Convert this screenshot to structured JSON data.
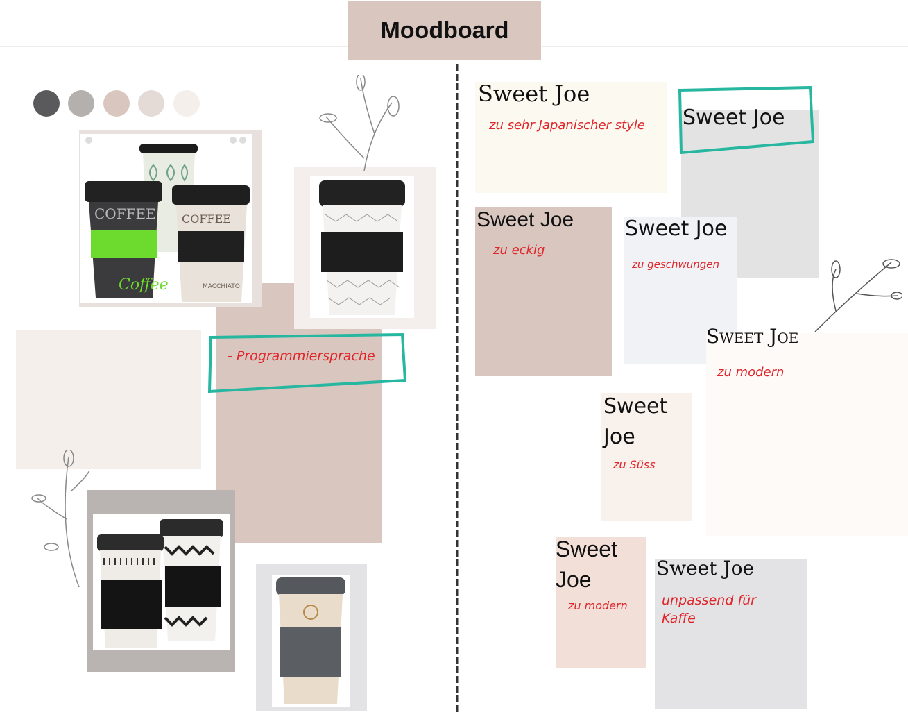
{
  "header": {
    "title": "Moodboard"
  },
  "palette": [
    "#5a5a5c",
    "#b3b0ae",
    "#d8c6bf",
    "#e4dbd6",
    "#f5efec"
  ],
  "left": {
    "callout": "- Programmiersprache"
  },
  "cards": [
    {
      "title": "Sweet Joe",
      "note": "zu sehr Japanischer style"
    },
    {
      "title": "Sweet Joe",
      "note": ""
    },
    {
      "title": "Sweet Joe",
      "note": "zu eckig"
    },
    {
      "title": "Sweet Joe",
      "note": "zu geschwungen"
    },
    {
      "title": "Sweet Joe",
      "note": "zu modern"
    },
    {
      "title": "Sweet Joe",
      "note": "zu Süss"
    },
    {
      "title": "Sweet Joe",
      "note": "zu modern"
    },
    {
      "title": "Sweet Joe",
      "note": "unpassend für Kaffe"
    }
  ],
  "cup_labels": {
    "cup1": "COFFEE",
    "cup2": "Coffee",
    "cup3": "COFFEE",
    "cup4": "MACCHIATO"
  },
  "colors": {
    "accent_teal": "#27b7a0",
    "note_red": "#e0262a",
    "taupe": "#d8c6bf"
  }
}
